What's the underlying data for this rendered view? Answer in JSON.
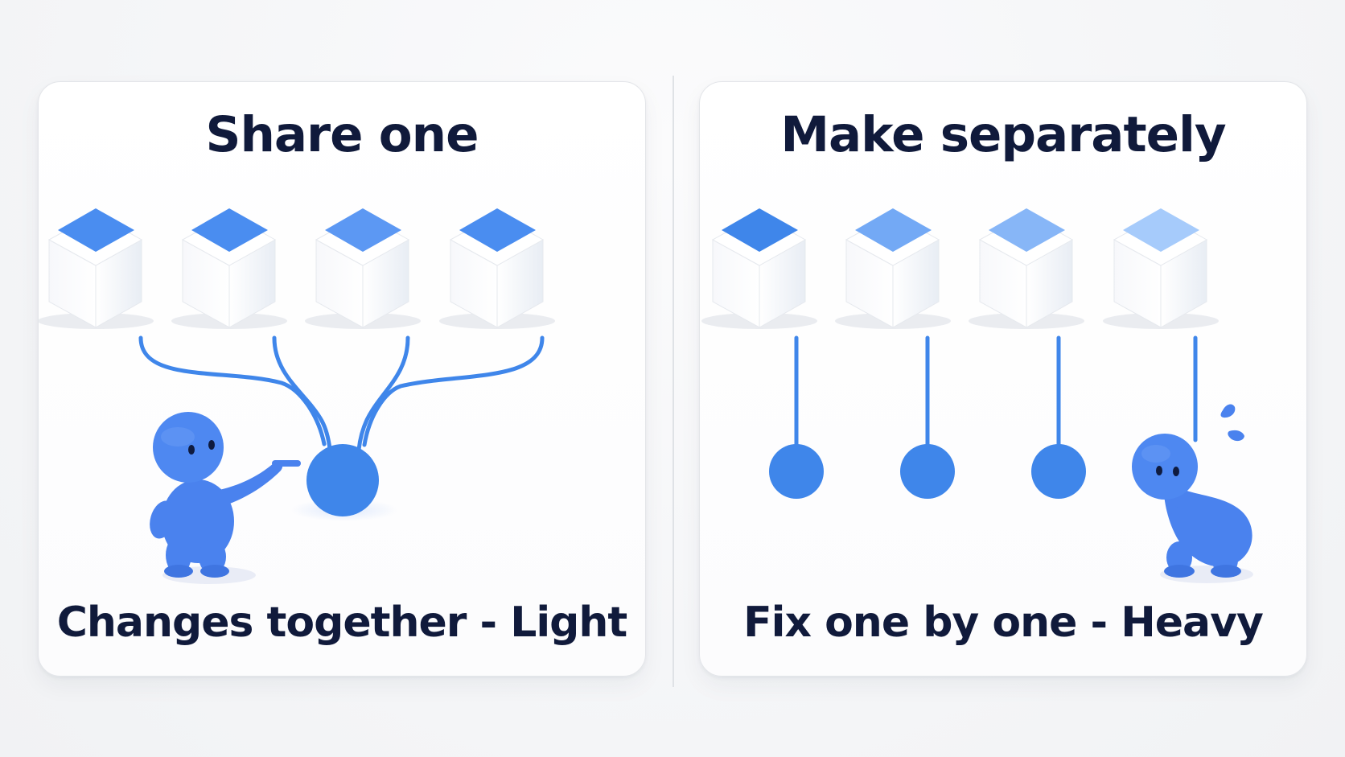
{
  "left_panel": {
    "title": "Share one",
    "caption": "Changes together - Light"
  },
  "right_panel": {
    "title": "Make separately",
    "caption": "Fix one by one - Heavy"
  },
  "colors": {
    "text": "#101a3b",
    "accent_blue": "#3f86ea",
    "cube_face": "#ffffff",
    "card_border": "#e3e5e9",
    "right_cube_tops": [
      "#3f86ea",
      "#73a9f5",
      "#87b6f7",
      "#a6cbfb"
    ]
  },
  "icons": {
    "left_character": "pointing-figure-icon",
    "right_character": "worried-figure-icon",
    "sweat_drops": "sweat-drops-icon"
  }
}
